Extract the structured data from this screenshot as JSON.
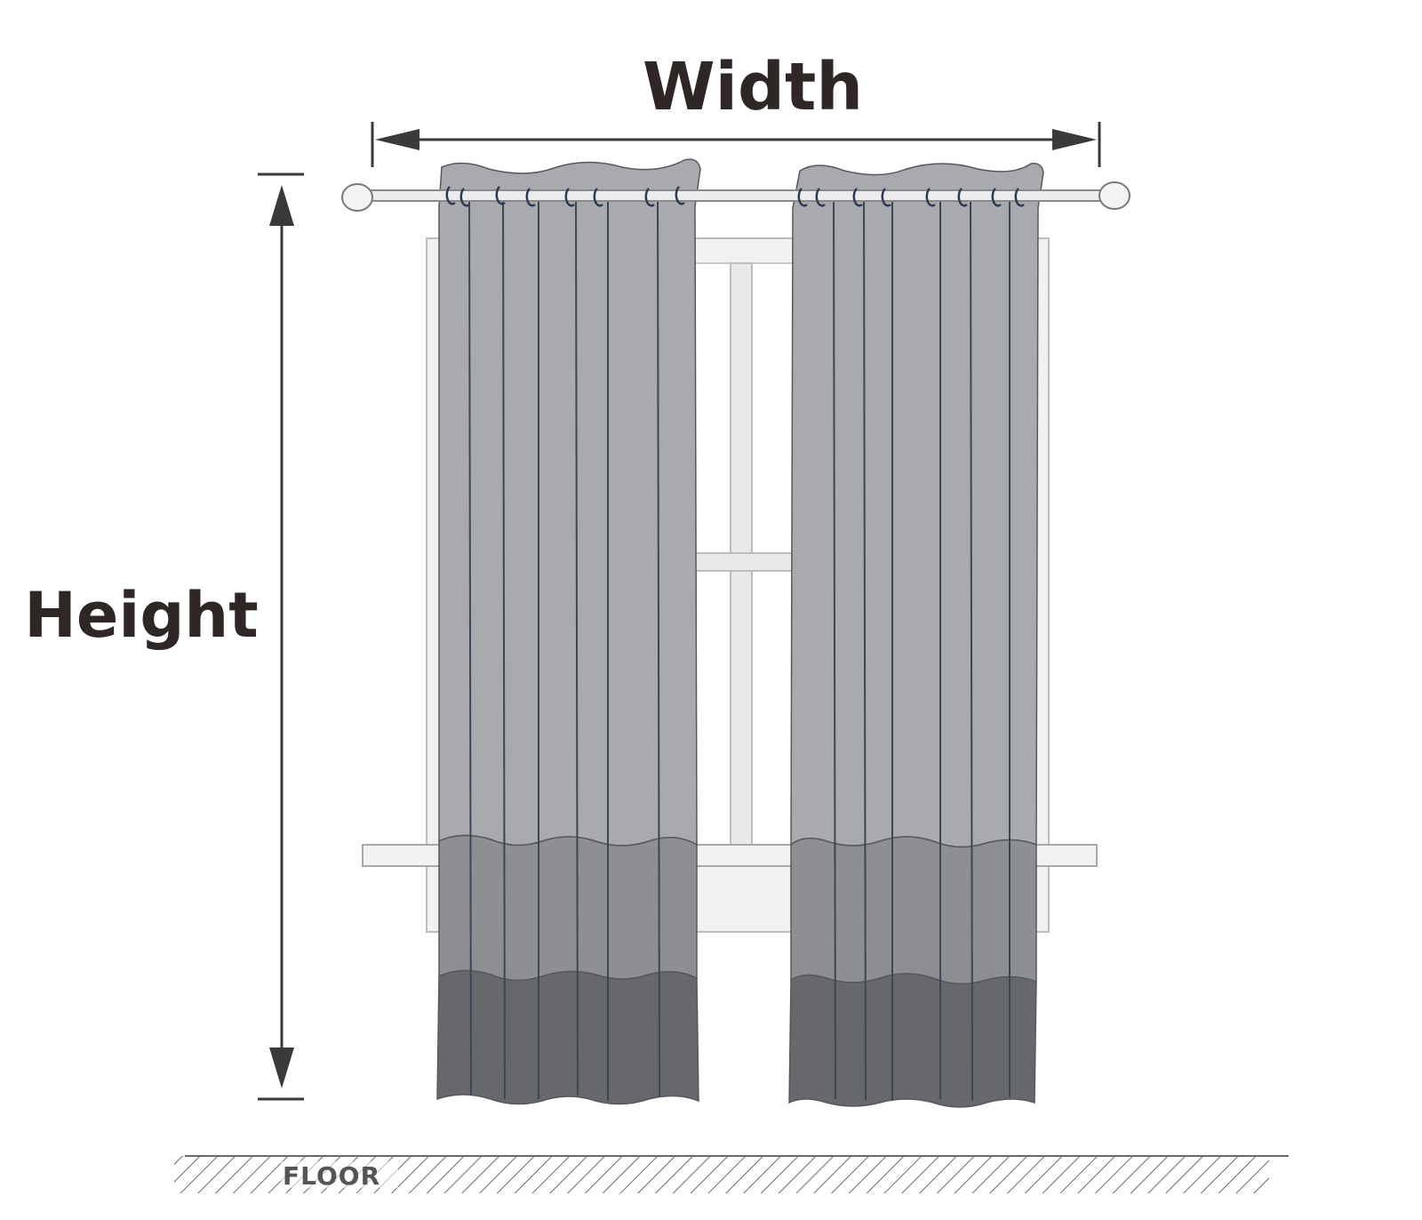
{
  "diagram": {
    "width_label": "Width",
    "height_label": "Height",
    "floor_label": "FLOOR"
  },
  "colors": {
    "label": "#2e2725",
    "arrow": "#3a3a3a",
    "curtain_top": "#a9aaad",
    "curtain_middle": "#8e8f93",
    "curtain_bottom": "#67686c",
    "pleat_line": "#3c4656",
    "window_frame": "#f1f1f1",
    "window_outline": "#bdbdbd"
  }
}
